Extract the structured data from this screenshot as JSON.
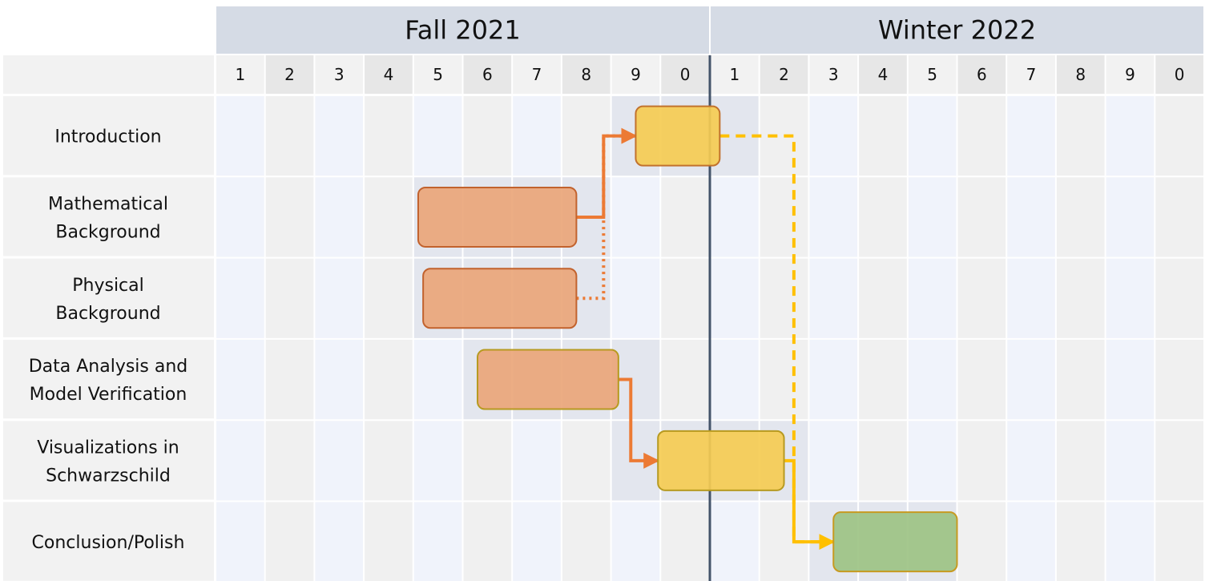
{
  "seasons": [
    {
      "label": "Fall 2021",
      "start": 0,
      "end": 10
    },
    {
      "label": "Winter 2022",
      "start": 10,
      "end": 20
    }
  ],
  "weeks": [
    "1",
    "2",
    "3",
    "4",
    "5",
    "6",
    "7",
    "8",
    "9",
    "0",
    "1",
    "2",
    "3",
    "4",
    "5",
    "6",
    "7",
    "8",
    "9",
    "0"
  ],
  "tasks": [
    {
      "label_lines": [
        "Introduction"
      ],
      "start": 8.5,
      "end": 10.2,
      "shade_start": 8,
      "shade_end": 11,
      "color": "#f5cc52",
      "border": "#c2722d"
    },
    {
      "label_lines": [
        "Mathematical",
        "Background"
      ],
      "start": 4.1,
      "end": 7.3,
      "shade_start": 4,
      "shade_end": 8,
      "color": "#eaa67a",
      "border": "#c2622d"
    },
    {
      "label_lines": [
        "Physical",
        "Background"
      ],
      "start": 4.2,
      "end": 7.3,
      "shade_start": 4,
      "shade_end": 8,
      "color": "#eaa67a",
      "border": "#c2622d"
    },
    {
      "label_lines": [
        "Data Analysis and",
        "Model Verification"
      ],
      "start": 5.3,
      "end": 8.15,
      "shade_start": 5,
      "shade_end": 9,
      "color": "#eaa67a",
      "border": "#b79a20"
    },
    {
      "label_lines": [
        "Visualizations in",
        "Schwarzschild"
      ],
      "start": 8.95,
      "end": 11.5,
      "shade_start": 8,
      "shade_end": 12,
      "color": "#f5cc52",
      "border": "#b79a20"
    },
    {
      "label_lines": [
        "Conclusion/Polish"
      ],
      "start": 12.5,
      "end": 15.0,
      "shade_start": 12,
      "shade_end": 15,
      "color": "#9dc384",
      "border": "#c79a20"
    }
  ],
  "connectors": [
    {
      "from_task": 1,
      "to_task": 0,
      "via_x": 7.85,
      "style": "solid",
      "arrow": true,
      "color": "#ec7a34"
    },
    {
      "from_task": 2,
      "to_task": 0,
      "via_x": 7.85,
      "style": "dotted",
      "arrow": false,
      "color": "#ec7a34"
    },
    {
      "from_task": 3,
      "to_task": 4,
      "via_x": 8.4,
      "style": "solid",
      "arrow": true,
      "color": "#ec7a34"
    },
    {
      "from_task": 0,
      "to_task": 5,
      "via_x": 11.7,
      "style": "dashed",
      "arrow": false,
      "color": "#ffc000"
    },
    {
      "from_task": 4,
      "to_task": 5,
      "via_x": 11.7,
      "style": "solid",
      "arrow": true,
      "color": "#ffc000"
    }
  ],
  "today_marker": 10,
  "colors": {
    "header_bg": "#d5dbe5",
    "week_bg_light": "#f2f2f2",
    "week_bg_dark": "#e7e7e7",
    "col_even": "#f0f3fb",
    "col_odd": "#f0f0f0",
    "shade": "#e3e6ee",
    "marker": "#44546a",
    "grid": "#ffffff"
  }
}
